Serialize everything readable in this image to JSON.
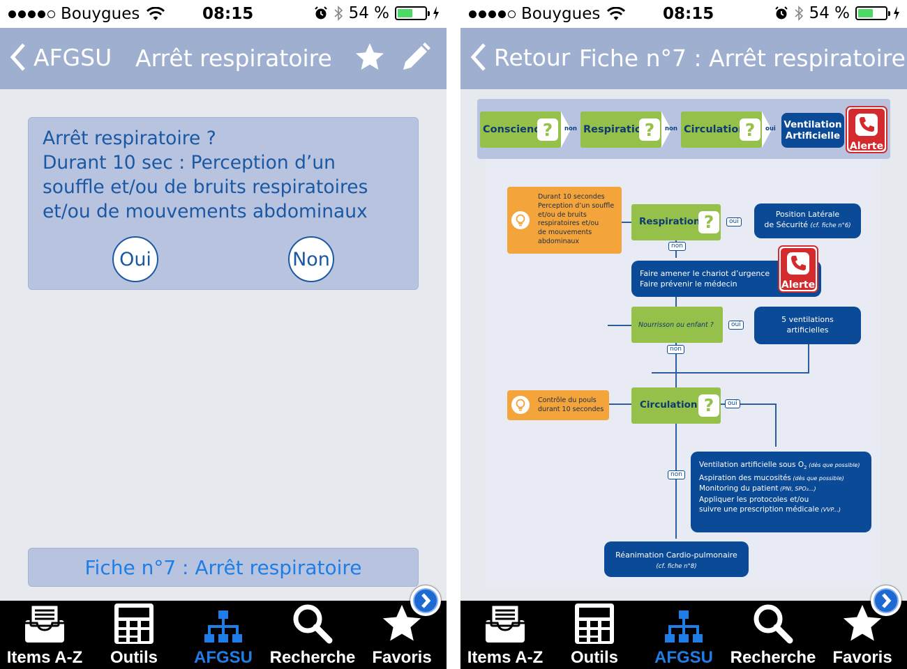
{
  "left": {
    "status": {
      "carrier": "Bouygues",
      "time": "08:15",
      "battery": "54 %"
    },
    "nav": {
      "back_label": "AFGSU",
      "title": "Arrêt respiratoire"
    },
    "question": {
      "line1": "Arrêt respiratoire ?",
      "line2": "Durant 10 sec : Perception d’un",
      "line3": "souffle et/ou de bruits respiratoires",
      "line4": "et/ou de mouvements abdominaux",
      "yes": "Oui",
      "no": "Non"
    },
    "fiche_button": "Fiche n°7 : Arrêt respiratoire"
  },
  "right": {
    "status": {
      "carrier": "Bouygues",
      "time": "08:15",
      "battery": "54 %"
    },
    "nav": {
      "back_label": "Retour",
      "title": "Fiche n°7 : Arrêt respiratoire"
    },
    "band": {
      "conscience": "Conscience",
      "respiration": "Respiration",
      "circulation": "Circulation",
      "qmark": "?",
      "non": "non",
      "oui": "oui",
      "vent1": "Ventilation",
      "vent2": "Artificielle",
      "alerte": "Alerte"
    },
    "flow": {
      "tip1": [
        "Durant 10 secondes",
        "Perception d’un souffle",
        "et/ou de bruits",
        "respiratoires et/ou",
        "de mouvements",
        "abdominaux"
      ],
      "respiration": "Respiration",
      "pls1": "Position Latérale",
      "pls2": "de Sécurité",
      "pls_ref": "(cf. fiche n°6)",
      "chariot1": "Faire amener le chariot d’urgence",
      "chariot2": "Faire prévenir le médecin",
      "alerte": "Alerte",
      "nourrisson": "Nourrisson ou enfant ?",
      "vent5a": "5 ventilations",
      "vent5b": "artificielles",
      "tip2a": "Contrôle du pouls",
      "tip2b": "durant 10 secondes",
      "circulation": "Circulation",
      "care": [
        {
          "text": "Ventilation artificielle sous O",
          "sub": "2",
          "note": " (dès que possible)"
        },
        {
          "text": "Aspiration des mucosités",
          "sub": "",
          "note": " (dès que possible)"
        },
        {
          "text": "Monitoring du patient",
          "sub": "",
          "note": " (PNI, SPO₂...)"
        },
        {
          "text": "Appliquer les protocoles et/ou",
          "sub": "",
          "note": ""
        },
        {
          "text": "suivre une prescription médicale",
          "sub": "",
          "note": " (VVP...)"
        }
      ],
      "rcp": "Réanimation Cardio-pulmonaire",
      "rcp_ref": "(cf. fiche n°8)",
      "oui": "oui",
      "non": "non",
      "qmark": "?"
    }
  },
  "tabs": [
    {
      "label": "Items A-Z",
      "icon": "inbox-icon"
    },
    {
      "label": "Outils",
      "icon": "calculator-icon"
    },
    {
      "label": "AFGSU",
      "icon": "hierarchy-icon"
    },
    {
      "label": "Recherche",
      "icon": "search-icon"
    },
    {
      "label": "Favoris",
      "icon": "star-icon"
    }
  ],
  "colors": {
    "accent": "#1e7de6",
    "navbar": "#9fafd0",
    "panel": "#b8c4df",
    "green": "#95c04a",
    "navy": "#0a4a97",
    "orange": "#f3a43a",
    "alert": "#d32a2e"
  }
}
